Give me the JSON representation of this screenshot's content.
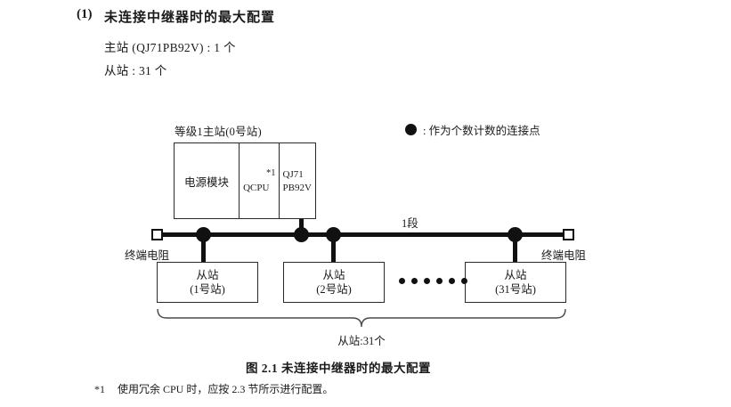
{
  "heading": {
    "number": "(1)",
    "title": "未连接中继器时的最大配置"
  },
  "specs": {
    "master": "主站 (QJ71PB92V) : 1 个",
    "slave": "从站 : 31 个"
  },
  "legend": {
    "symbol": "filled-circle",
    "text": ": 作为个数计数的连接点"
  },
  "diagram": {
    "master": {
      "label": "等级1主站(0号站)",
      "slots": [
        {
          "name": "power-module",
          "text": "电源模块"
        },
        {
          "name": "cpu-module",
          "text": "QCPU",
          "footnote_mark": "*1"
        },
        {
          "name": "network-module",
          "line1": "QJ71",
          "line2": "PB92V"
        }
      ]
    },
    "bus": {
      "segment_label": "1段",
      "terminator_left": "终端电阻",
      "terminator_right": "终端电阻",
      "connection_points": 4
    },
    "slaves": [
      {
        "title": "从站",
        "station": "(1号站)"
      },
      {
        "title": "从站",
        "station": "(2号站)"
      },
      {
        "title": "从站",
        "station": "(31号站)"
      }
    ],
    "ellipsis_dots": 6,
    "brace_label": "从站:31个"
  },
  "caption": "图 2.1  未连接中继器时的最大配置",
  "footnote": {
    "mark": "*1",
    "text": "使用冗余 CPU 时，应按 2.3 节所示进行配置。"
  },
  "colors": {
    "ink": "#1a1a1a",
    "line": "#2b2b2b",
    "dot": "#111111"
  }
}
